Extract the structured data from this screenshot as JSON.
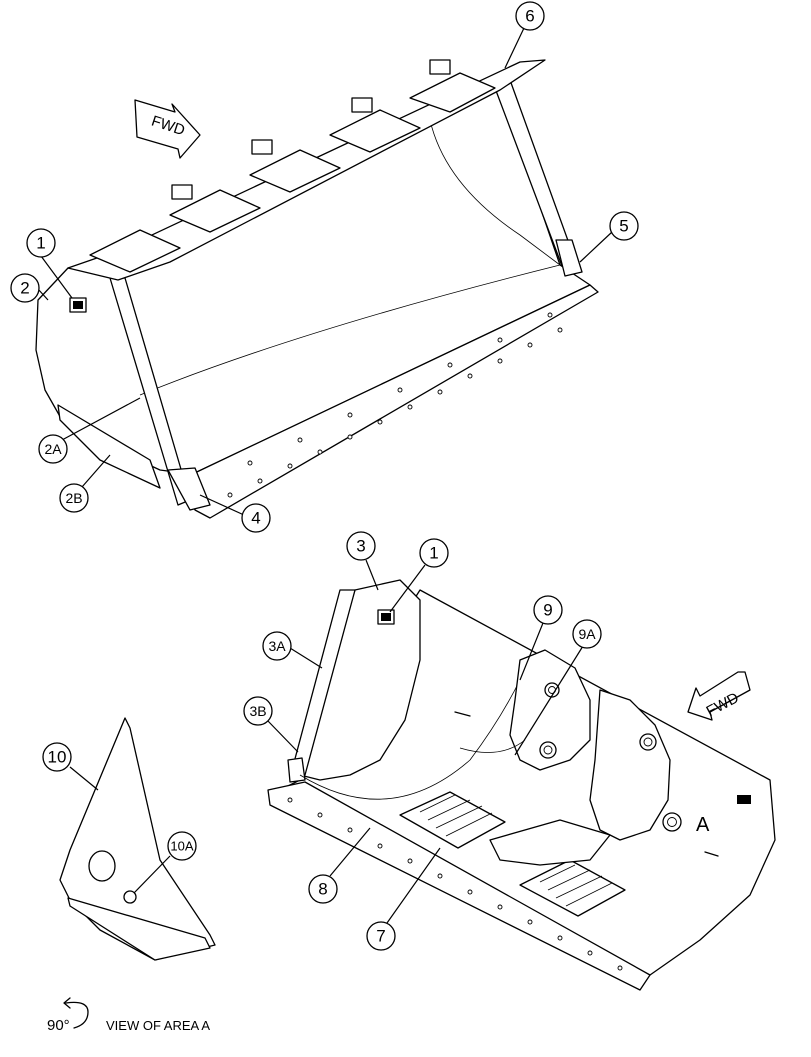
{
  "arrows": {
    "top_fwd": "FWD",
    "bottom_fwd": "FWD"
  },
  "callouts": {
    "c1_top": "1",
    "c2": "2",
    "c2A": "2A",
    "c2B": "2B",
    "c4": "4",
    "c5": "5",
    "c6": "6",
    "c3": "3",
    "c1_bottom": "1",
    "c3A": "3A",
    "c3B": "3B",
    "c9": "9",
    "c9A": "9A",
    "c8": "8",
    "c7": "7",
    "c10": "10",
    "c10A": "10A"
  },
  "labels": {
    "area_letter": "A",
    "rotation": "90°",
    "view_caption": "VIEW OF AREA  A"
  },
  "icons": [
    "rotation-arrow-icon",
    "fwd-arrow-icon"
  ]
}
